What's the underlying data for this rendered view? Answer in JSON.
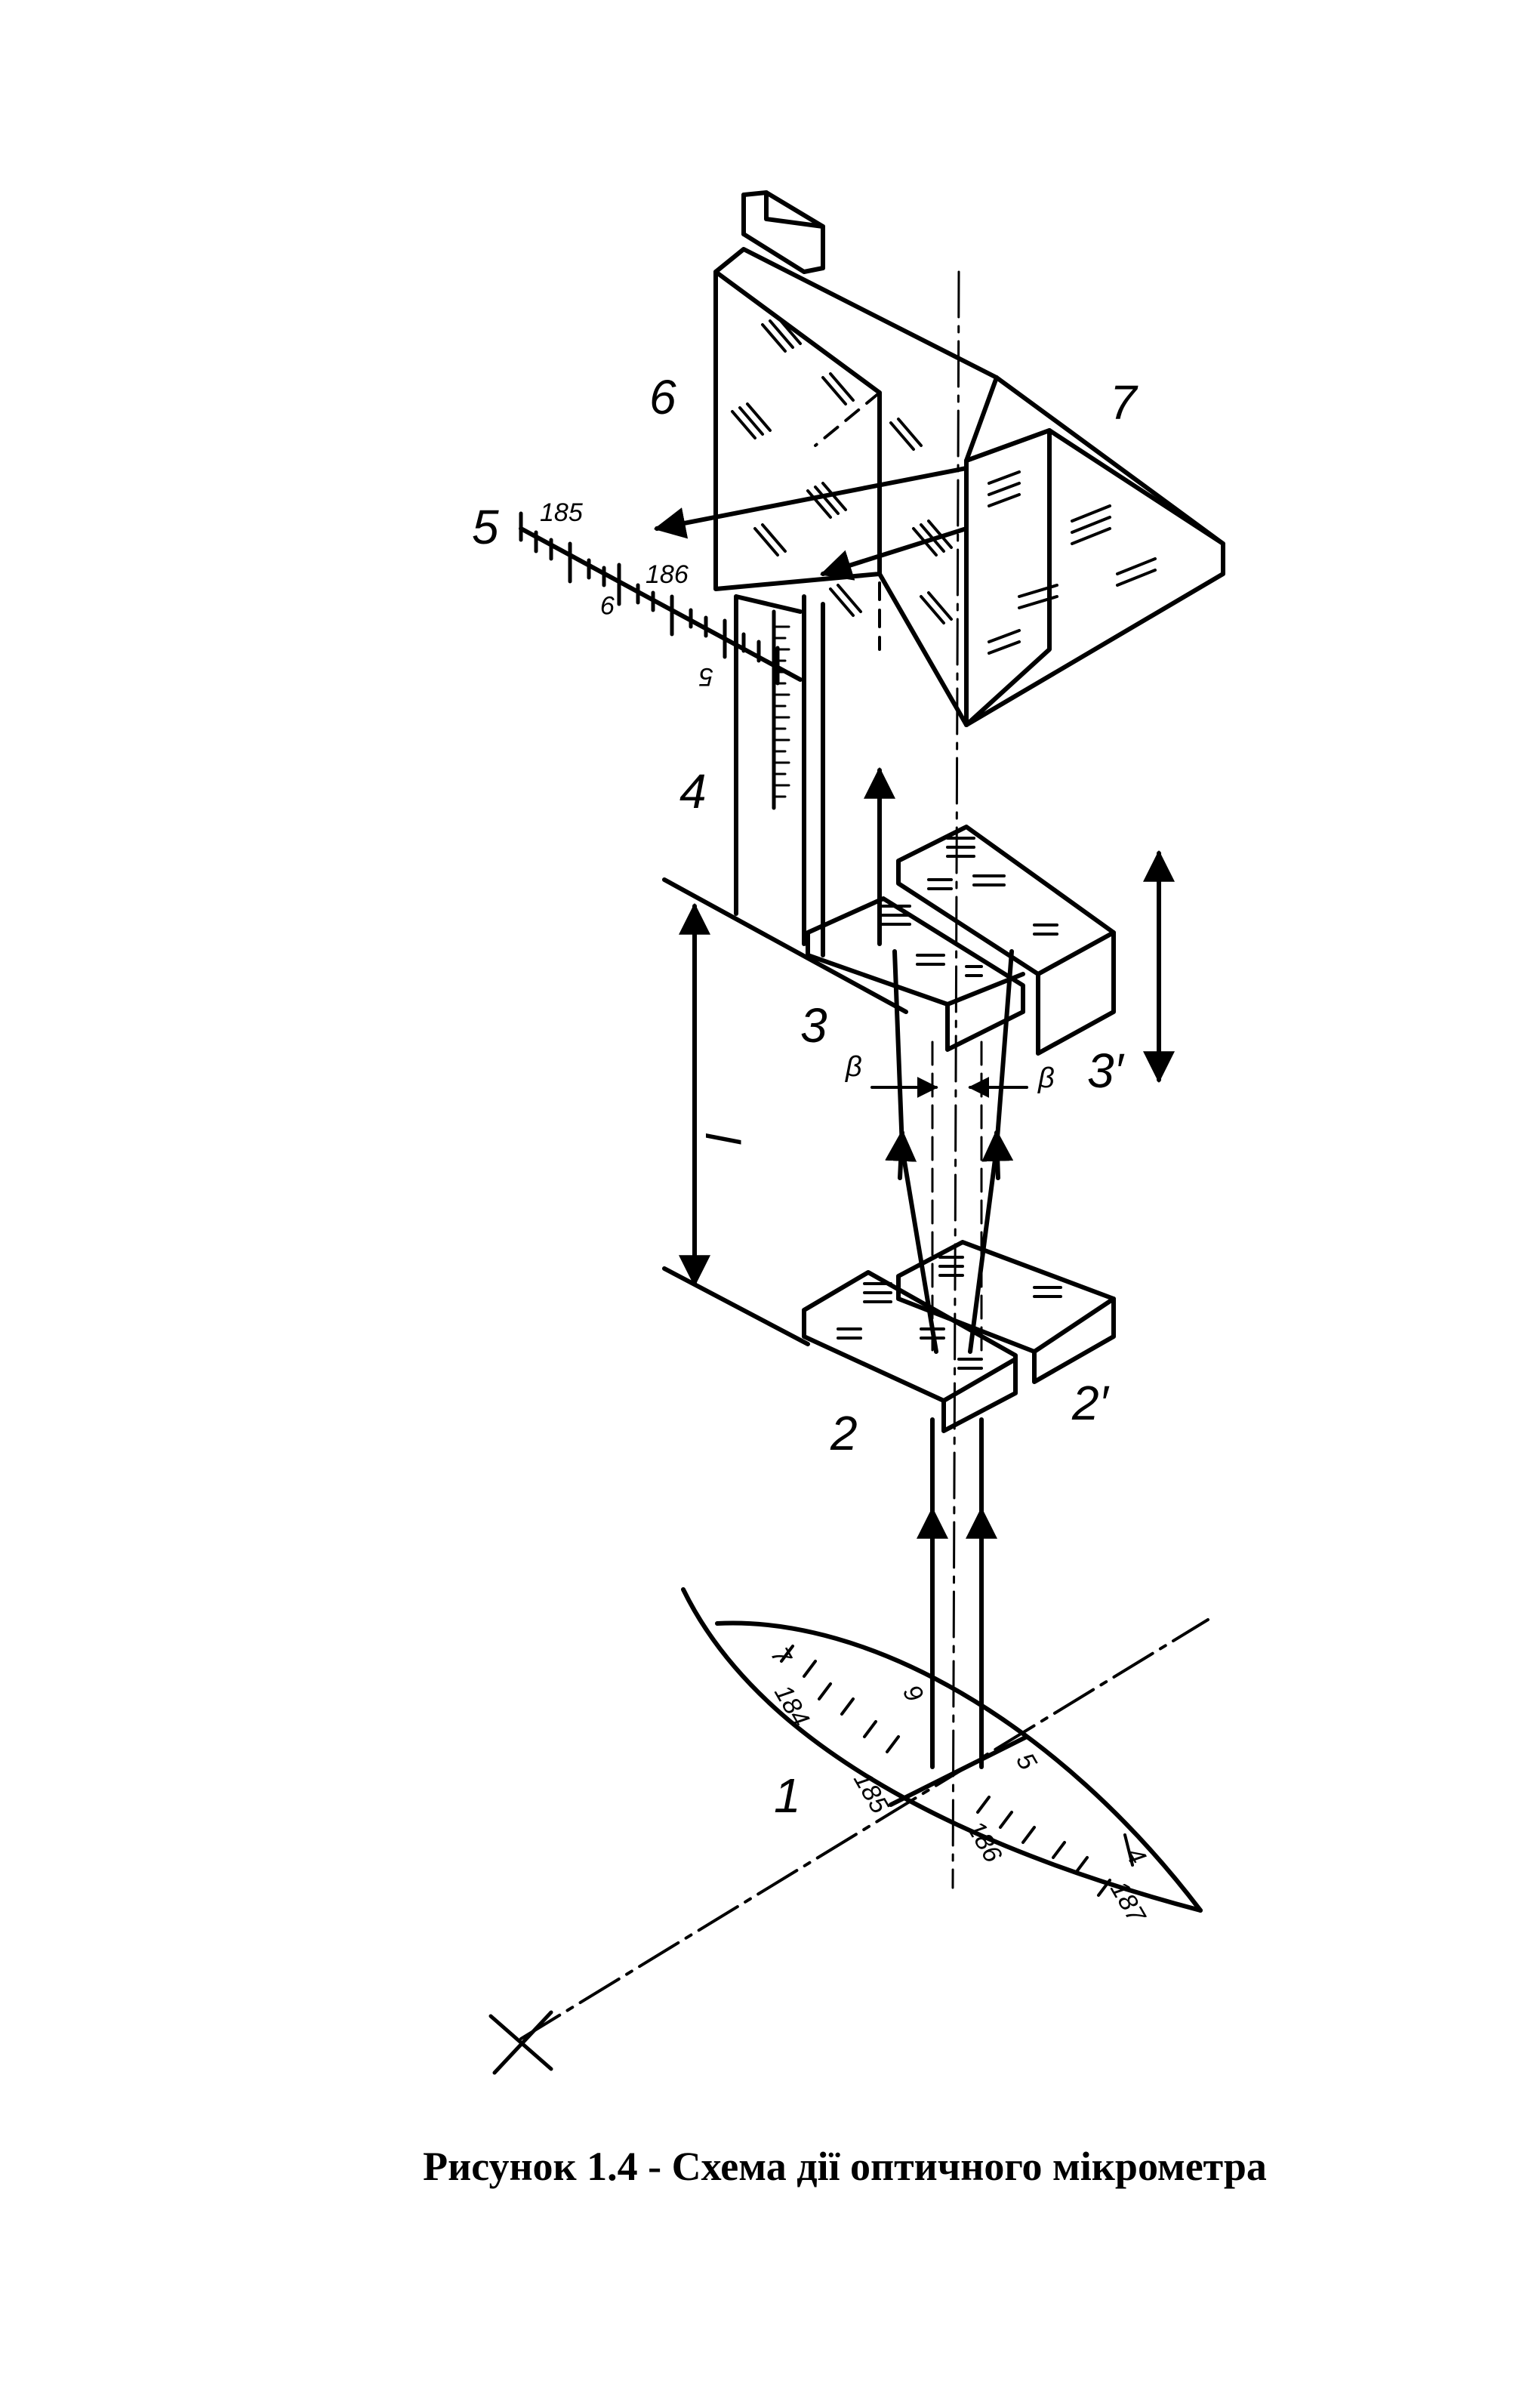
{
  "caption": "Рисунок  1.4 - Схема дії оптичного мікрометра",
  "labels": {
    "n1": "1",
    "n2": "2",
    "n2p": "2′",
    "n3": "3",
    "n3p": "3′",
    "n4": "4",
    "n5": "5",
    "n6": "6",
    "n7": "7",
    "l": "l",
    "beta_left": "β",
    "beta_right": "β"
  },
  "scale_upper": {
    "t185": "185",
    "t186": "186",
    "t9": "9",
    "t5": "5"
  },
  "limb": {
    "t184": "184",
    "t185": "185",
    "t186": "186",
    "t187": "187",
    "t7": "7",
    "t9": "9",
    "t5": "5",
    "t4": "4"
  }
}
